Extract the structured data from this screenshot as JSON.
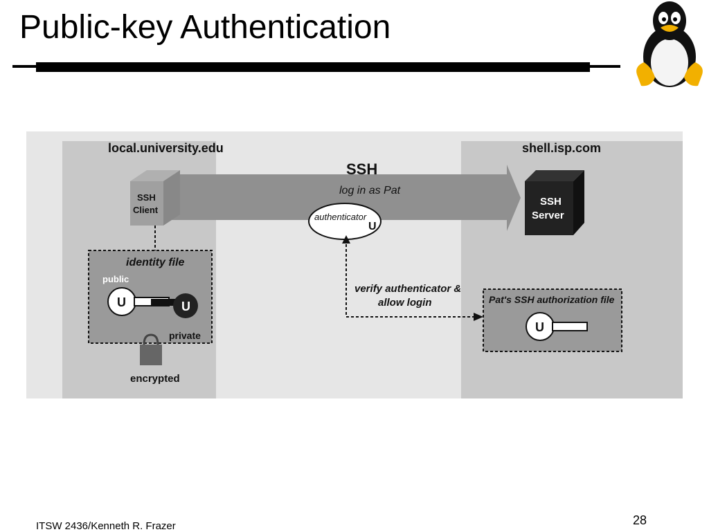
{
  "slide": {
    "title": "Public-key Authentication",
    "footer": "ITSW 2436/Kenneth R. Frazer",
    "page_number": "28"
  },
  "diagram": {
    "client_host": "local.university.edu",
    "server_host": "shell.isp.com",
    "protocol": "SSH",
    "login_caption": "log in as Pat",
    "authenticator_label": "authenticator",
    "authenticator_letter": "U",
    "client_box_line1": "SSH",
    "client_box_line2": "Client",
    "server_box_line1": "SSH",
    "server_box_line2": "Server",
    "identity_file_label": "identity file",
    "public_label": "public",
    "private_label": "private",
    "key_letter": "U",
    "encrypted_label": "encrypted",
    "verify_line1": "verify authenticator &",
    "verify_line2": "allow login",
    "auth_file_label": "Pat's SSH authorization file",
    "auth_key_letter": "U"
  }
}
